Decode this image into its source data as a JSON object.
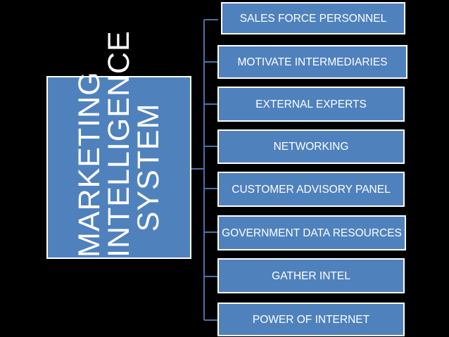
{
  "diagram": {
    "root": {
      "lines": [
        "MARKETING",
        "INTELLIGENCE",
        "SYSTEM"
      ]
    },
    "children": [
      {
        "label": "SALES FORCE PERSONNEL"
      },
      {
        "label": "MOTIVATE INTERMEDIARIES"
      },
      {
        "label": "EXTERNAL EXPERTS"
      },
      {
        "label": "NETWORKING"
      },
      {
        "label": "CUSTOMER ADVISORY PANEL"
      },
      {
        "label": "GOVERNMENT DATA RESOURCES"
      },
      {
        "label": "GATHER INTEL"
      },
      {
        "label": "POWER OF INTERNET"
      }
    ],
    "colors": {
      "box_fill": "#4f81bd",
      "box_border": "#ffffff",
      "connector": "#4a72a6",
      "background": "#000000",
      "text": "#ffffff"
    }
  }
}
